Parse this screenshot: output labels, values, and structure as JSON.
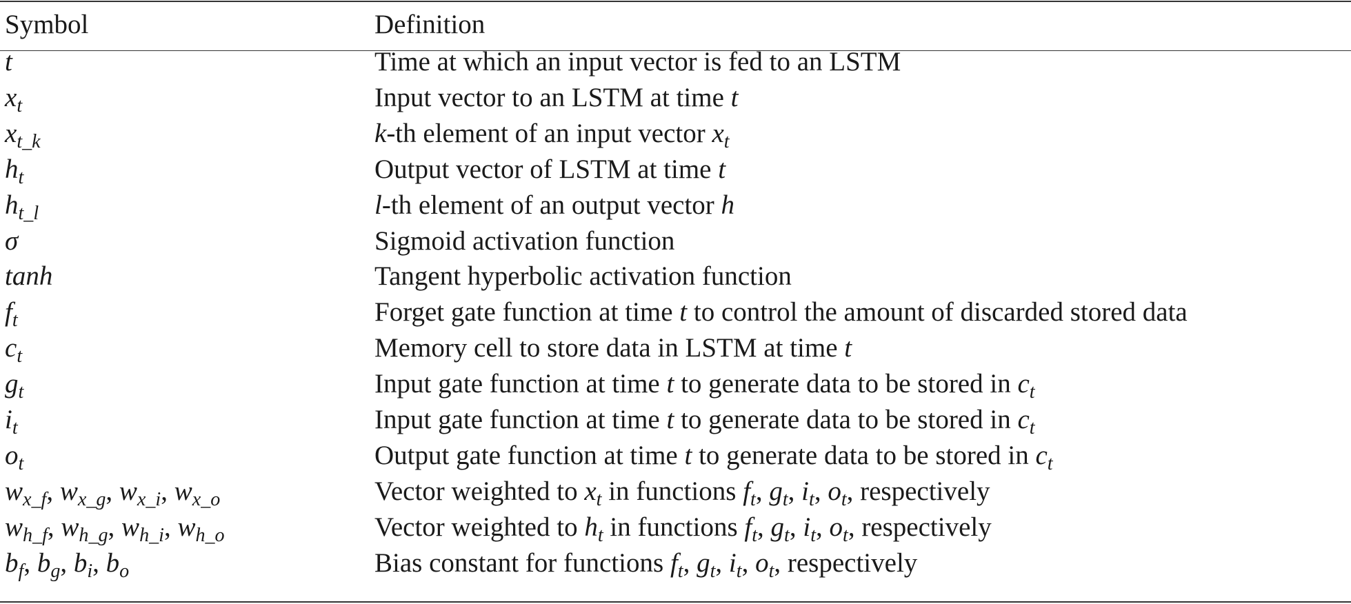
{
  "table": {
    "headers": {
      "symbol": "Symbol",
      "definition": "Definition"
    },
    "rows": [
      {
        "symbol": "t",
        "definition": "Time at which an input vector is fed to an LSTM"
      },
      {
        "symbol": "x_t",
        "definition": "Input vector to an LSTM at time t"
      },
      {
        "symbol": "x_t_k",
        "definition": "k-th element of an input vector x_t"
      },
      {
        "symbol": "h_t",
        "definition": "Output vector of LSTM at time t"
      },
      {
        "symbol": "h_t_l",
        "definition": "l-th element of an output vector h"
      },
      {
        "symbol": "σ",
        "definition": "Sigmoid activation function"
      },
      {
        "symbol": "tanh",
        "definition": "Tangent hyperbolic activation function"
      },
      {
        "symbol": "f_t",
        "definition": "Forget gate function at time t to control the amount of discarded stored data"
      },
      {
        "symbol": "c_t",
        "definition": "Memory cell to store data in LSTM at time t"
      },
      {
        "symbol": "g_t",
        "definition": "Input gate function at time t to generate data to be stored in c_t"
      },
      {
        "symbol": "i_t",
        "definition": "Input gate function at time t to generate data to be stored in c_t"
      },
      {
        "symbol": "o_t",
        "definition": "Output gate function at time t to generate data to be stored in c_t"
      },
      {
        "symbol": "w_x_f, w_x_g, w_x_i, w_x_o",
        "definition": "Vector weighted to x_t in functions f_t, g_t, i_t, o_t, respectively"
      },
      {
        "symbol": "w_h_f, w_h_g, w_h_i, w_h_o",
        "definition": "Vector weighted to h_t in functions f_t, g_t, i_t, o_t, respectively"
      },
      {
        "symbol": "b_f, b_g, b_i, b_o",
        "definition": "Bias constant for functions f_t, g_t, i_t, o_t, respectively"
      }
    ]
  }
}
